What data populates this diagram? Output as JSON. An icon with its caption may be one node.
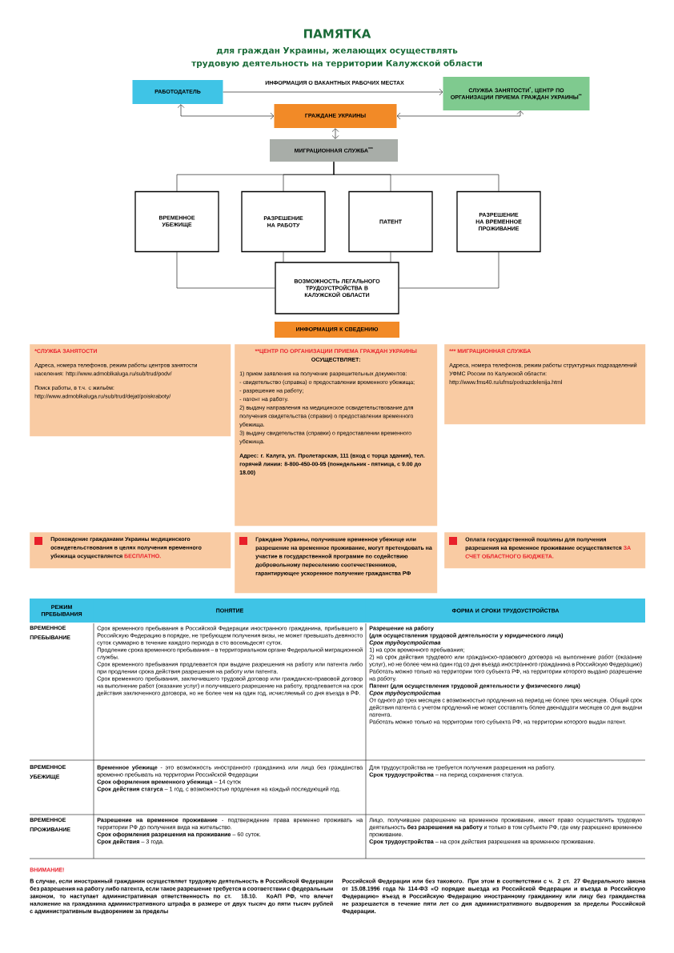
{
  "diagram": {
    "title": "ПАМЯТКА",
    "nodes": [
      {
        "text": [
          "РАБОТОДАТЕЛЬ"
        ]
      },
      {
        "text": [
          "СЛУЖБА ЗАНЯТОСТИ$^{*}$, ЦЕНТР ПО ОРГАНИЗАЦИИ ПРИЕМА ГРАЖДАН УКРАИНЫ$^{**}$"
        ]
      },
      {
        "text": [
          "ГРАЖДАНЕ УКРАИНЫ"
        ]
      },
      {
        "text": [
          "МИГРАЦИОННАЯ СЛУЖБА$^{***}$"
        ]
      },
      {
        "text": [
          "ВРЕМЕННОЕ УБЕЖИЩЕ"
        ]
      },
      {
        "text": [
          "РАЗРЕШЕНИЕ НА РАБОТУ"
        ]
      },
      {
        "text": [
          "ПАТЕНТ"
        ]
      },
      {
        "text": [
          "РАЗРЕШЕНИЕ НА ВРЕМЕННОЕ ПРОЖИВАНИЕ"
        ]
      },
      {
        "text": [
          "ВОЗМОЖНОСТЬ ЛЕГАЛЬНОГО ТРУДОУСТРОЙСТВА В КАЛУЖСКОЙ ОБЛАСТИ"
        ]
      },
      {
        "text": [
          "ИНФОРМАЦИЯ К СВЕДЕНИЮ"
        ]
      },
      {
        "text": [
          "*СЛУЖБА ЗАНЯТОСТИ",
          "Адреса, номера телефонов, режим работы центров занятости населения: http://www.admoblkaluga.ru/sub/trud/podv/",
          "Поиск работы, в т.ч. с жильём: http://www.admoblkaluga.ru/sub/trud/dejat/poiskraboty/"
        ]
      },
      {
        "text": [
          "**ЦЕНТР ПО ОРГАНИЗАЦИИ ПРИЕМА ГРАЖДАН УКРАИНЫ",
          "ОСУЩЕСТВЛЯЕТ:",
          "1) прием заявления на получение разрешительных документов:",
          "- свидетельство (справка) о предоставлении временного убежища;",
          "- разрешение на работу;",
          "- патент на работу.",
          "2) выдачу направления на медицинское освидетельствование для получения свидетельства (справки) о предоставлении временного убежища.",
          "3) выдачу свидетельства (справки) о предоставлении временного убежища.",
          "Адрес: г. Калуга, ул. Пролетарская, 111 (вход  с торца здания), тел. горячей линии: 8-800-450-00-95 (понедельник - пятница, с 9.00 до 18.00)"
        ]
      },
      {
        "text": [
          "*** МИГРАЦИОННАЯ СЛУЖБА",
          "Адреса, номера телефонов, режим работы структурных подразделений УФМС России по Калужской области: http://www.fms40.ru/ufms/podrazdelenija.html"
        ]
      },
      {
        "text": [
          "Прохождение гражданами Украины медицинского освидетельствования в целях получения временного убежища осуществляется",
          "БЕСПЛАТНО."
        ]
      },
      {
        "text": [
          "Граждане Украины, получившие временное убежище или разрешение на временное проживание, могут претендовать на участие в государственной программе по содействию добровольному переселению соотечественников, гарантирующее ускоренное получение гражданства РФ"
        ]
      },
      {
        "text": [
          "Оплата государственной пошлины  для получения разрешения на временное проживание осуществляется",
          "ЗА СЧЕТ ОБЛАСТНОГО БЮДЖЕТА."
        ]
      }
    ],
    "edges": [
      {
        "from": 0,
        "to": 1,
        "arrow": "to",
        "label": "ИНФОРМАЦИЯ О ВАКАНТНЫХ РАБОЧИХ МЕСТАХ"
      },
      {
        "from": 0,
        "to": 2,
        "arrow": "both"
      },
      {
        "from": 2,
        "to": 1,
        "arrow": "both"
      },
      {
        "from": 2,
        "to": 3,
        "arrow": "both"
      },
      {
        "from": 3,
        "to": 4,
        "arrow": "none"
      },
      {
        "from": 3,
        "to": 5,
        "arrow": "none"
      },
      {
        "from": 3,
        "to": 6,
        "arrow": "none"
      },
      {
        "from": 3,
        "to": 7,
        "arrow": "none"
      },
      {
        "from": 4,
        "to": 8,
        "arrow": "none"
      },
      {
        "from": 5,
        "to": 8,
        "arrow": "none"
      },
      {
        "from": 6,
        "to": 8,
        "arrow": "none"
      },
      {
        "from": 7,
        "to": 8,
        "arrow": "none"
      }
    ],
    "labels": [
      "для граждан Украины, желающих осуществлять трудовую деятельность на территории Калужской области",
      "РЕЖИМ ПРЕБЫВАНИЯ",
      "ПОНЯТИЕ",
      "ФОРМА И СРОКИ ТРУДОУСТРОЙСТВА",
      "ВРЕМЕННОЕ ПРЕБЫВАНИЕ",
      "Срок временного пребывания в Российской Федерации иностранного гражданина, прибывшего в Российскую Федерацию в порядке, не требующем получения визы, не может превышать девяносто суток суммарно в течение каждого периода в сто восемьдесят суток.",
      "Продление срока временного пребывания – в территориальном органе Федеральной миграционной службы.",
      "Срок временного пребывания продлевается при выдаче разрешения на работу или патента либо при продлении срока действия разрешения на работу или патента.",
      "Срок временного пребывания, заключившего трудовой договор или гражданско-правовой договор на выполнение работ (оказание услуг) и получившего разрешение на работу, продлевается на срок действия заключенного договора, но не более чем на один год, исчисляемый со дня въезда в РФ.",
      "Разрешение на работу",
      "(для осуществления трудовой деятельности у юридического лица)",
      "Срок трудоустройства",
      "1) на срок временного пребывания;",
      "2) на срок действия трудового или гражданско-правового договора на выполнение работ (оказание услуг), но не более чем на один год со дня въезда иностранного гражданина в Российскую Федерацию)",
      "Работать можно только на территории того субъекта РФ, на территории которого выдано разрешение на работу.",
      "Патент (для осуществления трудовой деятельности у физического лица)",
      "Срок трудоустройства",
      "От одного до трех месяцев с возможностью продления на период не более трех месяцев. Общий срок действия патента с учетом продлений не может составлять более двенадцати месяцев со дня выдачи патента.",
      "Работать можно только на территории того субъекта РФ, на территории которого выдан патент.",
      "ВРЕМЕННОЕ УБЕЖИЩЕ",
      "**Временное убежище** - это возможность иностранного гражданина или лица без гражданства временно пребывать на территории Российской Федерации",
      "**Срок оформления временного убежища** – 14 суток",
      "**Срок действия статуса** – 1 год, с возможностью продления на каждый последующий год.",
      "Для трудоустройства не требуется получения разрешения на работу.",
      "**Срок трудоустройства** – на период сохранения статуса.",
      "ВРЕМЕННОЕ ПРОЖИВАНИЕ",
      "**Разрешение на временное проживание** - подтверждение права временно проживать на территории РФ до получения вида на жительство.",
      "**Срок оформления разрешения на проживание** – 60 суток.",
      "**Срок действия** – 3 года.",
      "Лицо, получившее разрешение на временное проживание, имеет право осуществлять трудовую деятельность **без разрешения на работу** и только в том субъекте РФ, где ему разрешено временное проживание.",
      "**Срок трудоустройства** – на срок действия разрешения на временное проживание.",
      "ВНИМАНИЕ!",
      "В случае, если иностранный гражданин осуществляет трудовую деятельность в Российской Федерации без разрешения на работу либо патента, если такое разрешение требуется в соответствии с федеральным законом, то наступает административная ответственность по ст. 18.10. КоАП РФ, что влечет наложение на гражданина административного штрафа в размере от двух тысяч до пяти тысяч рублей с административным выдворением за пределы",
      "Российской Федерации или без такового. При этом  в соответствии с ч. 2 ст. 27 Федерального закона от 15.08.1996 года № 114-ФЗ «О порядке выезда из Российской Федерации и въезда в Российскую Федерацию» въезд в Российскую Федерацию иностранному гражданину или лицу без гражданства не разрешается в течение пяти лет со дня административного выдворения за пределы Российской Федерации."
    ]
  }
}
